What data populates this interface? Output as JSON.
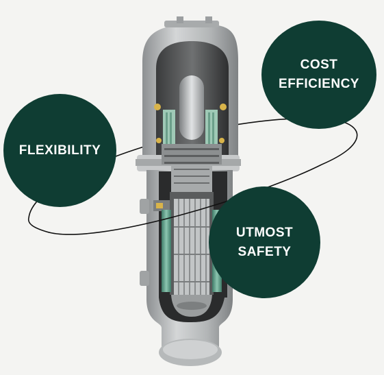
{
  "colors": {
    "background": "#f4f4f2",
    "bubble": "#0f3d33",
    "bubble_text": "#ffffff",
    "orbit": "#111111",
    "vessel_steel": "#b9bcbd",
    "vessel_dark": "#1c1c1c",
    "core_green": "#5fa08a"
  },
  "bubbles": {
    "cost_efficiency": {
      "label": "COST\nEFFICIENCY"
    },
    "flexibility": {
      "label": "FLEXIBILITY"
    },
    "utmost_safety": {
      "label": "UTMOST\nSAFETY"
    }
  }
}
